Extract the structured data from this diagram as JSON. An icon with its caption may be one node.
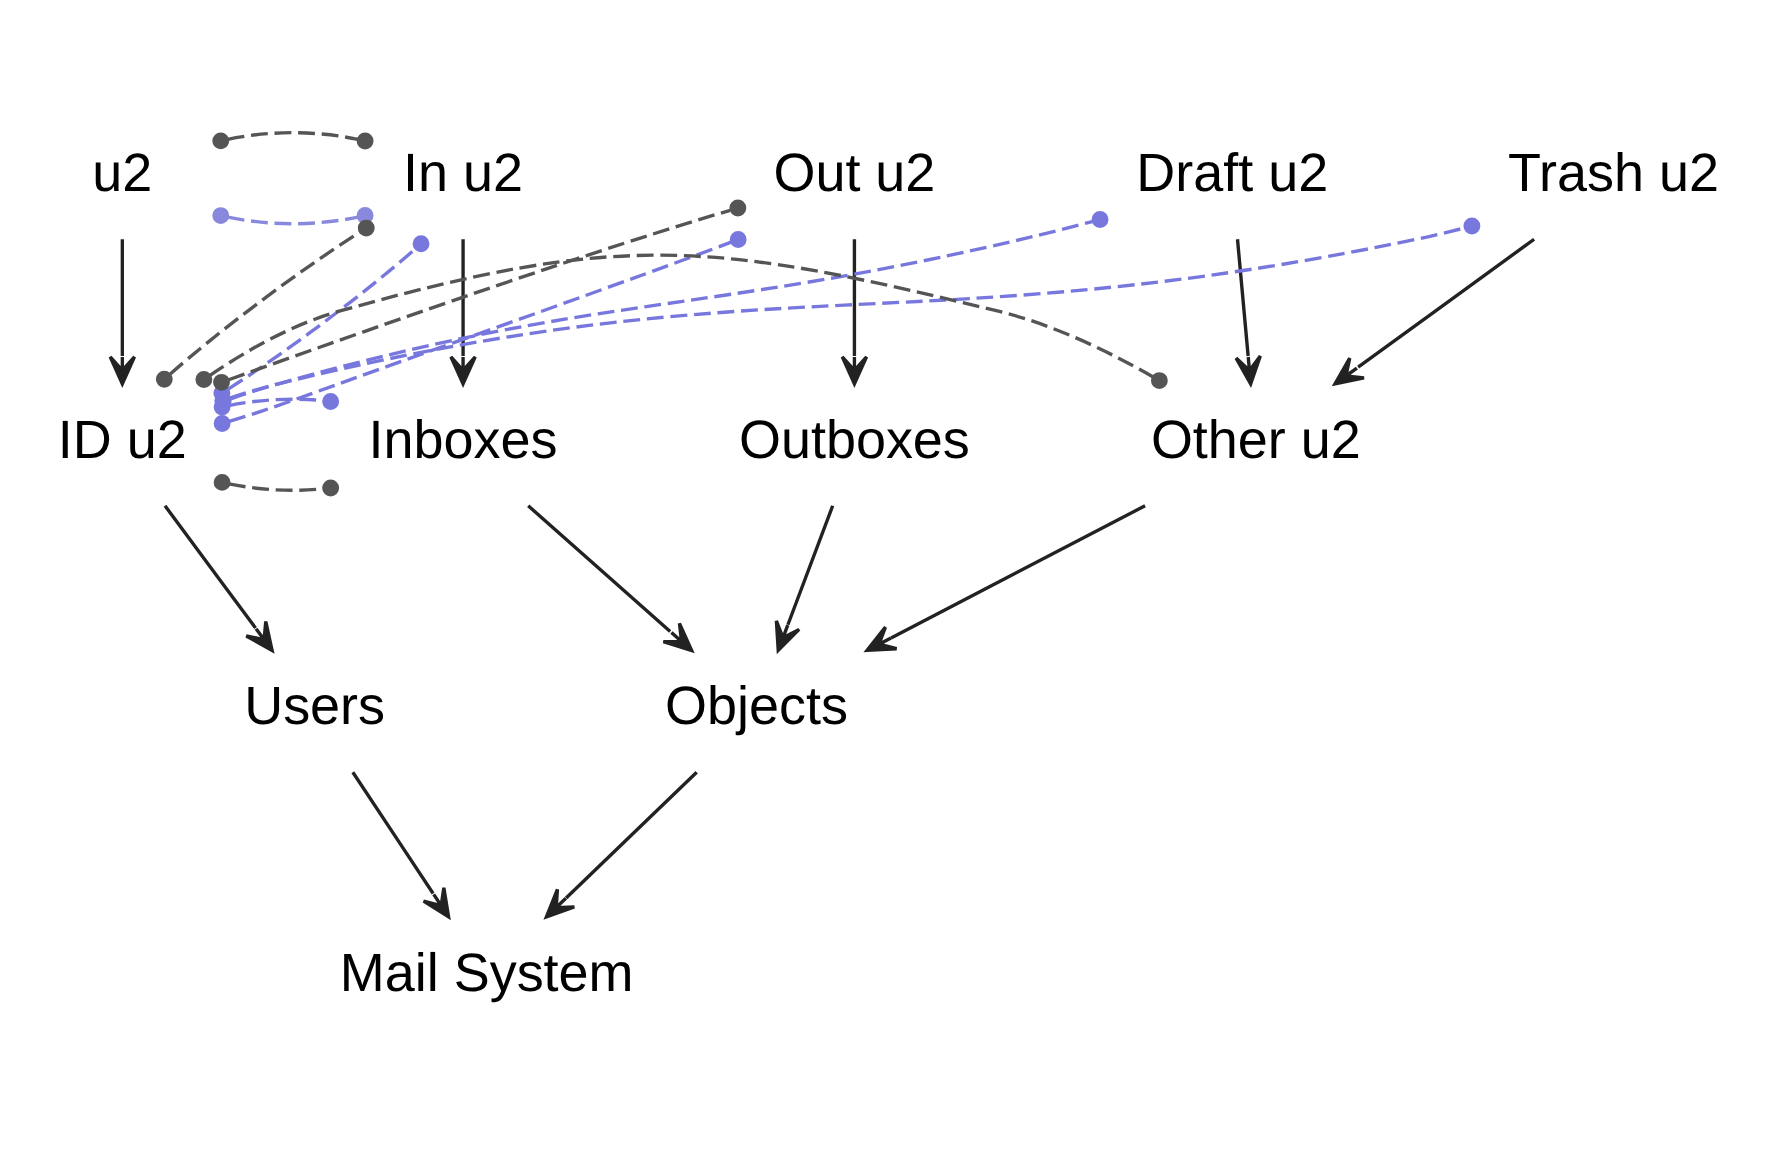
{
  "diagram": {
    "nodes": [
      {
        "text": [
          "u2"
        ]
      },
      {
        "text": [
          "In u2"
        ]
      },
      {
        "text": [
          "Out u2"
        ]
      },
      {
        "text": [
          "Draft u2"
        ]
      },
      {
        "text": [
          "Trash u2"
        ]
      },
      {
        "text": [
          "ID u2"
        ]
      },
      {
        "text": [
          "Inboxes"
        ]
      },
      {
        "text": [
          "Outboxes"
        ]
      },
      {
        "text": [
          "Other u2"
        ]
      },
      {
        "text": [
          "Users"
        ]
      },
      {
        "text": [
          "Objects"
        ]
      },
      {
        "text": [
          "Mail System"
        ]
      }
    ],
    "edges": [
      {
        "from": 0,
        "to": 5,
        "arrow": "to"
      },
      {
        "from": 1,
        "to": 6,
        "arrow": "to"
      },
      {
        "from": 2,
        "to": 7,
        "arrow": "to"
      },
      {
        "from": 3,
        "to": 8,
        "arrow": "to"
      },
      {
        "from": 4,
        "to": 8,
        "arrow": "to"
      },
      {
        "from": 5,
        "to": 9,
        "arrow": "to"
      },
      {
        "from": 6,
        "to": 10,
        "arrow": "to"
      },
      {
        "from": 7,
        "to": 10,
        "arrow": "to"
      },
      {
        "from": 8,
        "to": 10,
        "arrow": "to"
      },
      {
        "from": 9,
        "to": 11,
        "arrow": "to"
      },
      {
        "from": 10,
        "to": 11,
        "arrow": "to"
      },
      {
        "from": 0,
        "to": 1,
        "arrow": "other",
        "style": "dashed",
        "color": "#8888dd"
      },
      {
        "from": 0,
        "to": 1,
        "arrow": "other",
        "style": "dashed",
        "color": "#555555"
      },
      {
        "from": 5,
        "to": 1,
        "arrow": "other",
        "style": "dashed",
        "color": "#555555"
      },
      {
        "from": 5,
        "to": 1,
        "arrow": "other",
        "style": "dashed",
        "color": "#7777dd"
      },
      {
        "from": 5,
        "to": 2,
        "arrow": "other",
        "style": "dashed",
        "color": "#555555"
      },
      {
        "from": 5,
        "to": 2,
        "arrow": "other",
        "style": "dashed",
        "color": "#7777dd"
      },
      {
        "from": 5,
        "to": 3,
        "arrow": "other",
        "style": "dashed",
        "color": "#7777dd"
      },
      {
        "from": 5,
        "to": 4,
        "arrow": "other",
        "style": "dashed",
        "color": "#7777dd"
      },
      {
        "from": 5,
        "to": 6,
        "arrow": "other",
        "style": "dashed",
        "color": "#555555"
      },
      {
        "from": 5,
        "to": 6,
        "arrow": "other",
        "style": "dashed",
        "color": "#7777dd"
      },
      {
        "from": 5,
        "to": 8,
        "arrow": "other",
        "style": "dashed",
        "color": "#555555"
      }
    ]
  }
}
